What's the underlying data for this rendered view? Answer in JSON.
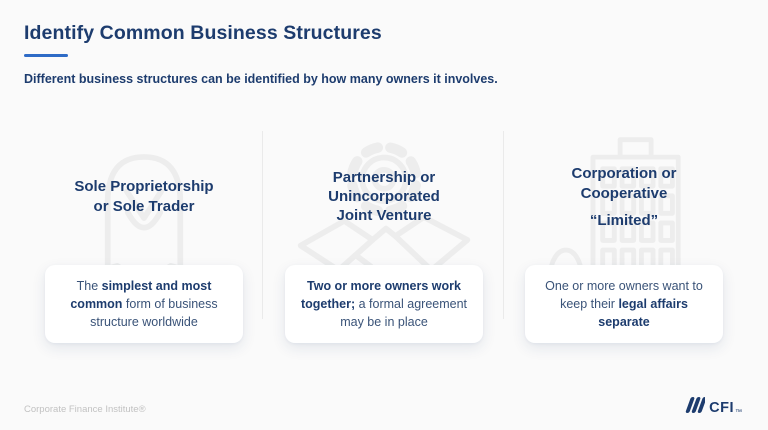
{
  "slide": {
    "title": "Identify Common Business Structures",
    "subtitle": "Different business structures can be identified by how many owners it involves.",
    "colors": {
      "navy": "#1d3c6e",
      "accent_blue": "#2e6bc6",
      "background": "#fafafa",
      "card_background": "#ffffff",
      "watermark_gray": "#ededed",
      "divider_gray": "#eaeaea",
      "footer_gray": "#c2c2c2"
    }
  },
  "columns": [
    {
      "icon": "person-icon",
      "heading_lines": [
        "Sole Proprietorship",
        "or Sole Trader"
      ],
      "card": {
        "pre": "The ",
        "bold": "simplest and most common",
        "post": " form of business structure worldwide"
      }
    },
    {
      "icon": "handshake-gear-icon",
      "heading_lines": [
        "Partnership or",
        "Unincorporated",
        "Joint Venture"
      ],
      "card": {
        "pre": "",
        "bold": "Two or more owners work together;",
        "post": " a formal agreement may be in place"
      }
    },
    {
      "icon": "building-icon",
      "heading_lines": [
        "Corporation or",
        "Cooperative"
      ],
      "subheading": "“Limited”",
      "card": {
        "pre": "One or more owners want to keep their ",
        "bold": "legal affairs separate",
        "post": ""
      }
    }
  ],
  "footer": {
    "brand": "Corporate Finance Institute®",
    "logo_text": "CFI",
    "logo_mark": "™"
  }
}
